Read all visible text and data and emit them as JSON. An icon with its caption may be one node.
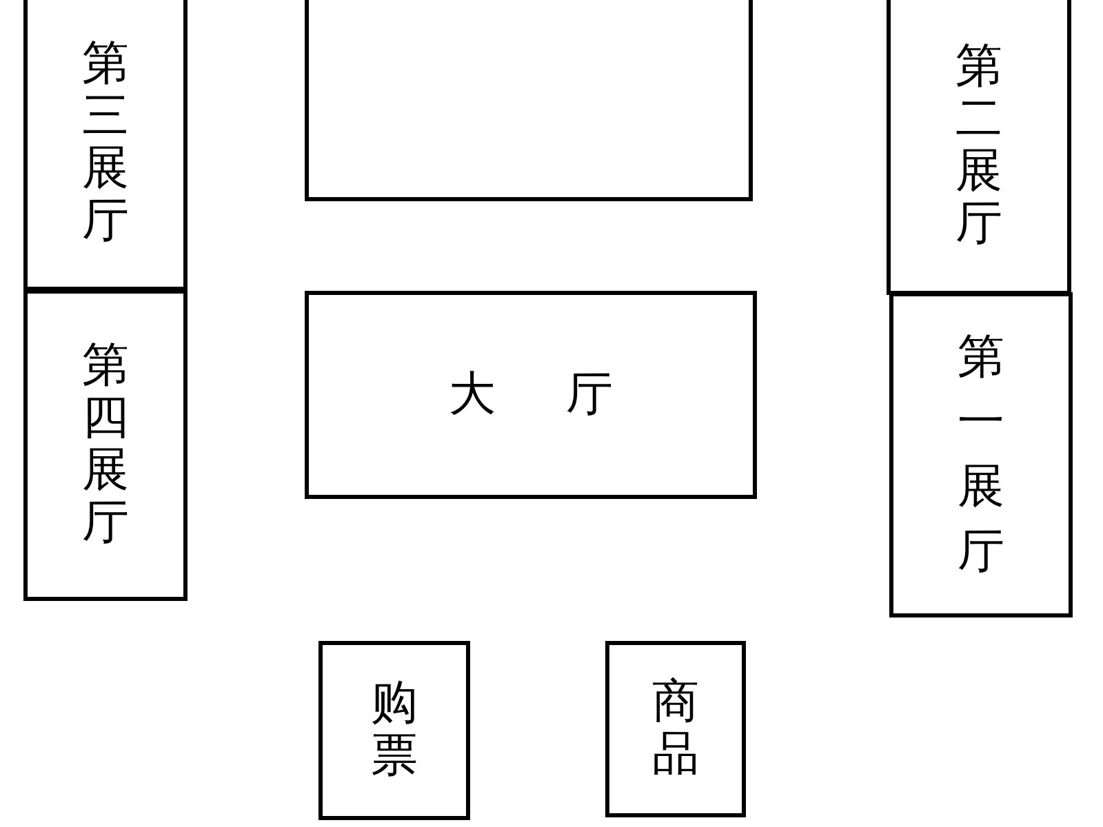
{
  "diagram": {
    "nodes": [
      {
        "text": [
          "第三展厅"
        ]
      },
      {
        "text": [],
        "shape": "box"
      },
      {
        "text": [
          "第二展厅"
        ]
      },
      {
        "text": [
          "第四展厅"
        ]
      },
      {
        "text": [
          "大厅"
        ]
      },
      {
        "text": [
          "第一展厅"
        ]
      },
      {
        "text": [
          "购票"
        ]
      },
      {
        "text": [
          "商品"
        ]
      }
    ]
  }
}
